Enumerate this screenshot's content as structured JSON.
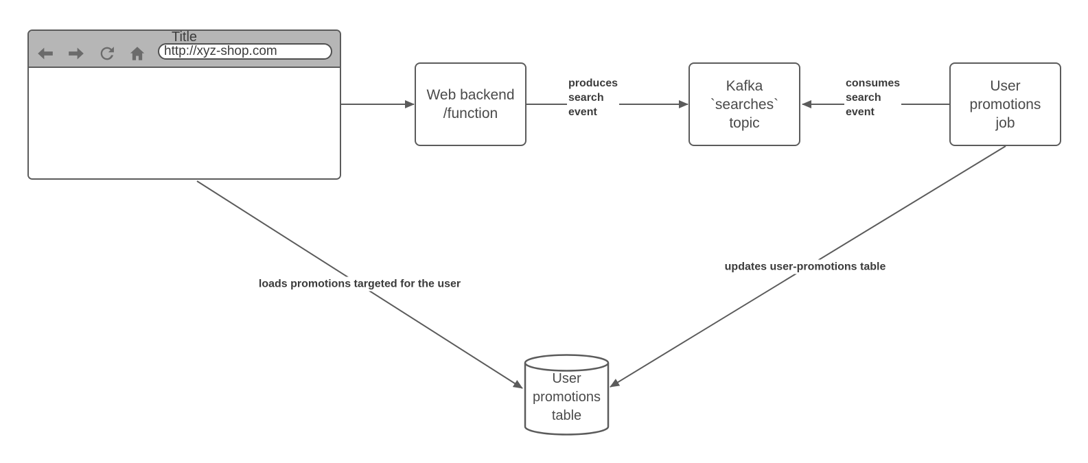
{
  "browser": {
    "title": "Title",
    "url": "http://xyz-shop.com",
    "icons": {
      "back": "left-arrow",
      "forward": "right-arrow",
      "refresh": "clockwise-circular-arrow",
      "home": "house"
    }
  },
  "nodes": {
    "web_backend": {
      "shape": "rounded-rectangle",
      "lines": [
        "Web backend",
        "/function"
      ]
    },
    "kafka_topic": {
      "shape": "rounded-rectangle",
      "lines": [
        "Kafka",
        "`searches`",
        "topic"
      ]
    },
    "promotions_job": {
      "shape": "rounded-rectangle",
      "lines": [
        "User",
        "promotions",
        "job"
      ]
    },
    "promotions_table": {
      "shape": "database-cylinder",
      "lines": [
        "User",
        "promotions",
        "table"
      ]
    }
  },
  "edges": [
    {
      "from": "browser",
      "to": "web_backend"
    },
    {
      "from": "web_backend",
      "to": "kafka_topic",
      "label_lines": [
        "produces",
        "search",
        "event"
      ]
    },
    {
      "from": "promotions_job",
      "to": "kafka_topic",
      "label_lines": [
        "consumes",
        "search",
        "event"
      ]
    },
    {
      "from": "browser",
      "to": "promotions_table",
      "label": "loads promotions targeted for the user"
    },
    {
      "from": "promotions_job",
      "to": "promotions_table",
      "label": "updates user-promotions table"
    }
  ],
  "colors": {
    "stroke": "#5b5b5b",
    "node_text": "#4a4a4a",
    "label_text": "#3b3b3b",
    "browser_header": "#b6b6b6",
    "icon": "#6b6b6b",
    "background": "#ffffff"
  }
}
